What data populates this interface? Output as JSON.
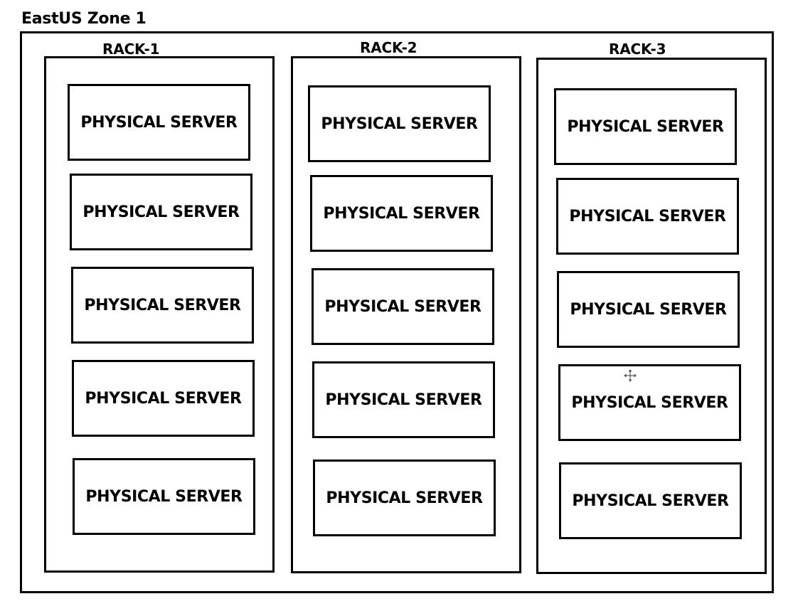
{
  "zone": {
    "title": "EastUS Zone 1"
  },
  "racks": [
    {
      "label": "RACK-1",
      "servers": [
        "PHYSICAL SERVER",
        "PHYSICAL SERVER",
        "PHYSICAL SERVER",
        "PHYSICAL SERVER",
        "PHYSICAL SERVER"
      ]
    },
    {
      "label": "RACK-2",
      "servers": [
        "PHYSICAL SERVER",
        "PHYSICAL SERVER",
        "PHYSICAL SERVER",
        "PHYSICAL SERVER",
        "PHYSICAL SERVER"
      ]
    },
    {
      "label": "RACK-3",
      "servers": [
        "PHYSICAL SERVER",
        "PHYSICAL SERVER",
        "PHYSICAL SERVER",
        "PHYSICAL SERVER",
        "PHYSICAL SERVER"
      ]
    }
  ],
  "cursor_icon": "move-cursor-icon"
}
